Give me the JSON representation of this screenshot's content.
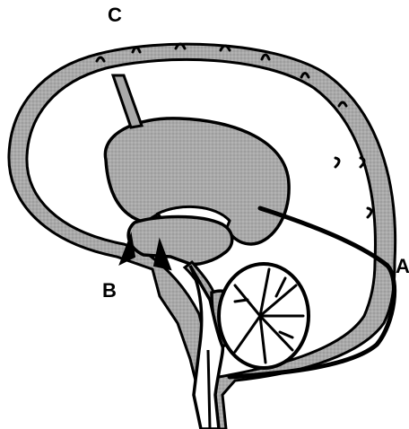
{
  "labels": {
    "a": "A",
    "b": "B",
    "c": "C"
  },
  "colors": {
    "ink": "#000000",
    "fill": "#a9a9a9",
    "paper": "#ffffff"
  }
}
